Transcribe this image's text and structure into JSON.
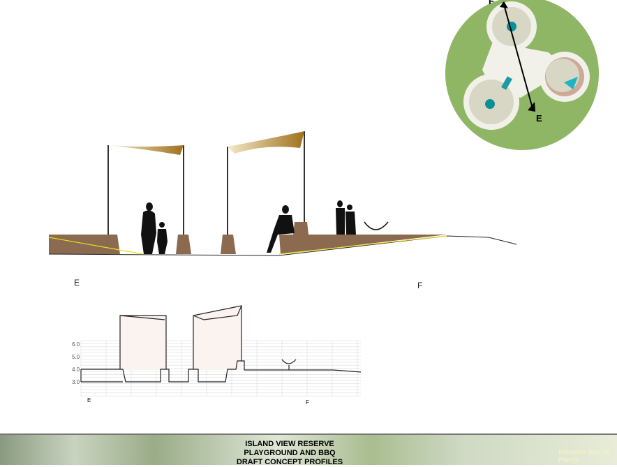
{
  "section_main": {
    "label_start": "E",
    "label_end": "F"
  },
  "section_chart": {
    "label_start": "E",
    "label_end": "F",
    "y_ticks": [
      "6.0",
      "5.0",
      "4.0",
      "3.0"
    ]
  },
  "site_plan": {
    "marker_start": "F",
    "marker_end": "E"
  },
  "banner": {
    "title_lines": [
      "ISLAND VIEW RESERVE",
      "PLAYGROUND AND BBQ",
      "DRAFT CONCEPT PROFILES"
    ],
    "logo_text": "Western Bay of Plenty"
  },
  "colors": {
    "green": "#8fb665",
    "wood": "#8b6a4f",
    "teal": "#0e8e96",
    "sail": "#b8892c"
  }
}
